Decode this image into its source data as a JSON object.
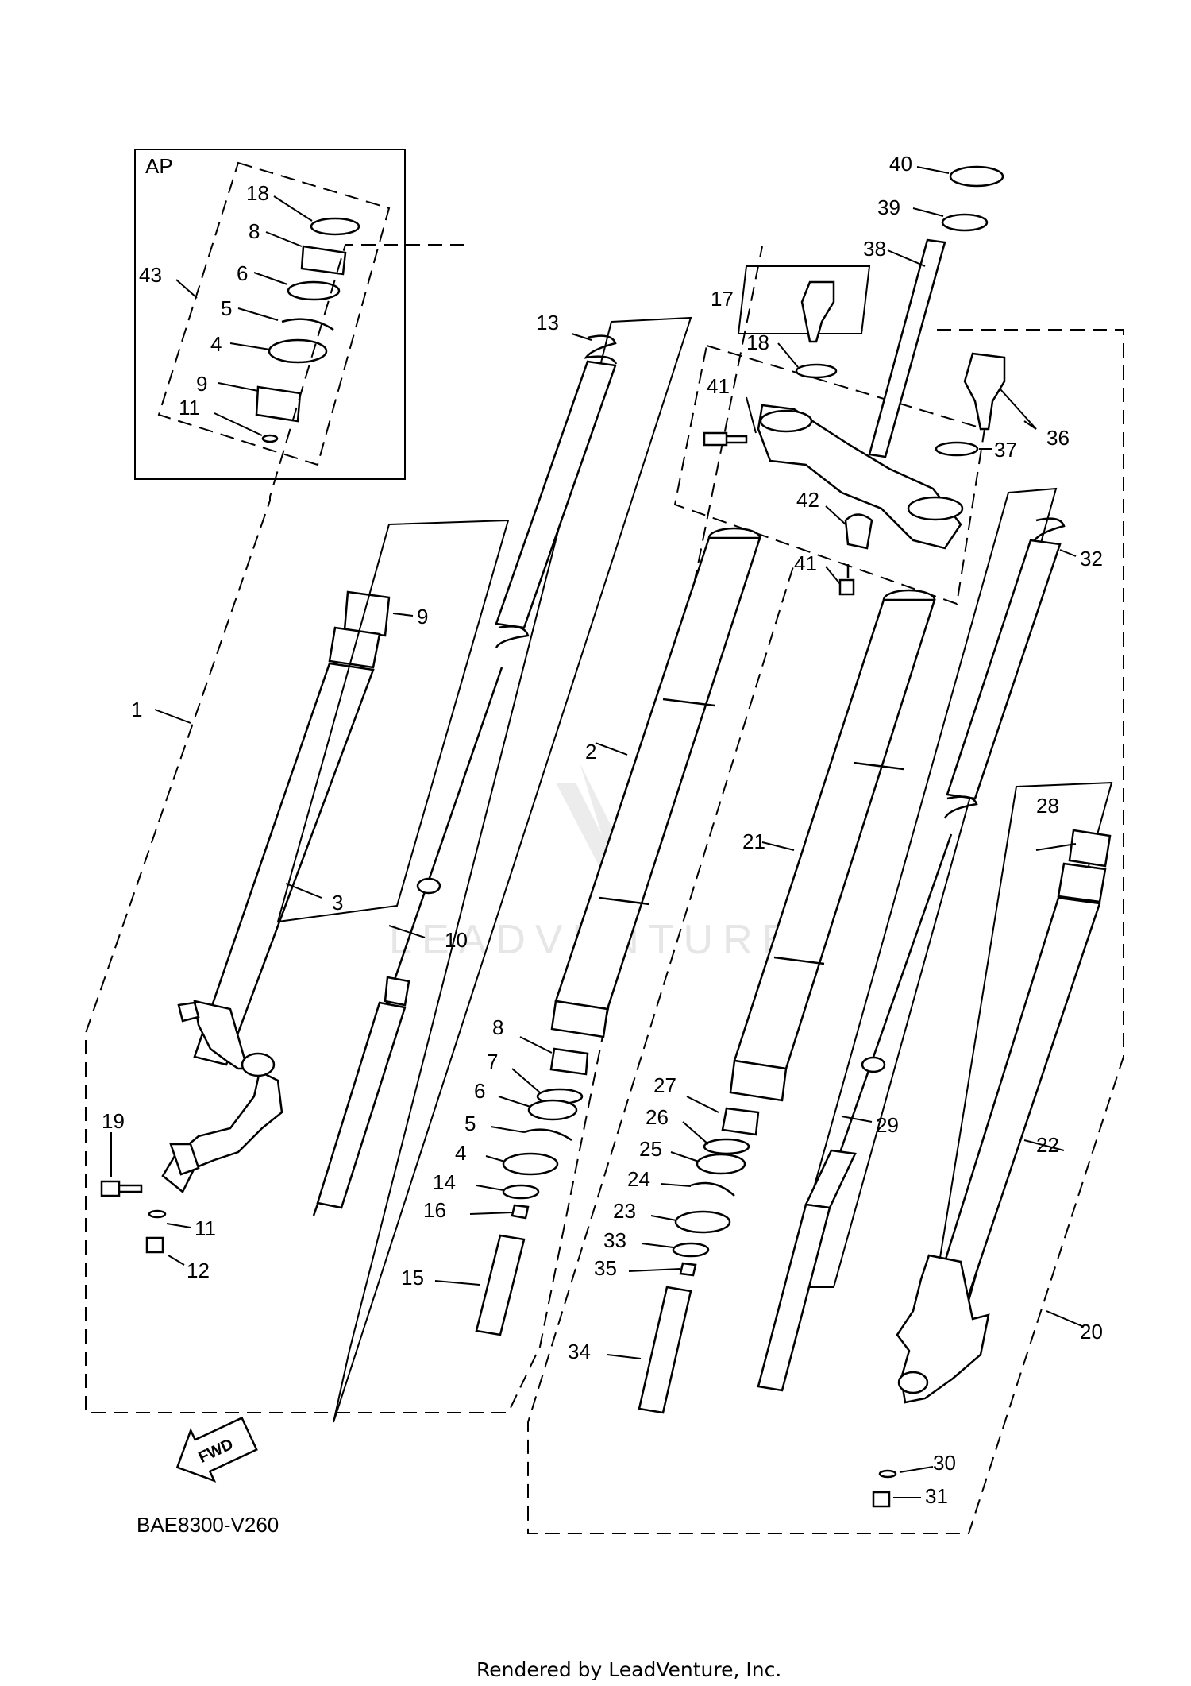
{
  "diagram": {
    "inset_label": "AP",
    "watermark": "LEADVENTURE",
    "fwd_label": "FWD",
    "diagram_code": "BAE8300-V260",
    "footer": "Rendered by LeadVenture, Inc.",
    "callouts": {
      "ap_18": "18",
      "ap_8": "8",
      "ap_43": "43",
      "ap_6": "6",
      "ap_5": "5",
      "ap_4": "4",
      "ap_9": "9",
      "ap_11": "11",
      "c40": "40",
      "c39": "39",
      "c38": "38",
      "c17": "17",
      "c13": "13",
      "c18": "18",
      "c41a": "41",
      "c36": "36",
      "c37": "37",
      "c42": "42",
      "c41b": "41",
      "c32": "32",
      "c9": "9",
      "c1": "1",
      "c2": "2",
      "c3": "3",
      "c10": "10",
      "c21": "21",
      "c28": "28",
      "c8": "8",
      "c7": "7",
      "c6": "6",
      "c5": "5",
      "c4": "4",
      "c14": "14",
      "c16": "16",
      "c15": "15",
      "c19": "19",
      "c11": "11",
      "c12": "12",
      "c27": "27",
      "c26": "26",
      "c25": "25",
      "c24": "24",
      "c23": "23",
      "c33": "33",
      "c35": "35",
      "c34": "34",
      "c29": "29",
      "c22": "22",
      "c20": "20",
      "c30": "30",
      "c31": "31"
    }
  }
}
